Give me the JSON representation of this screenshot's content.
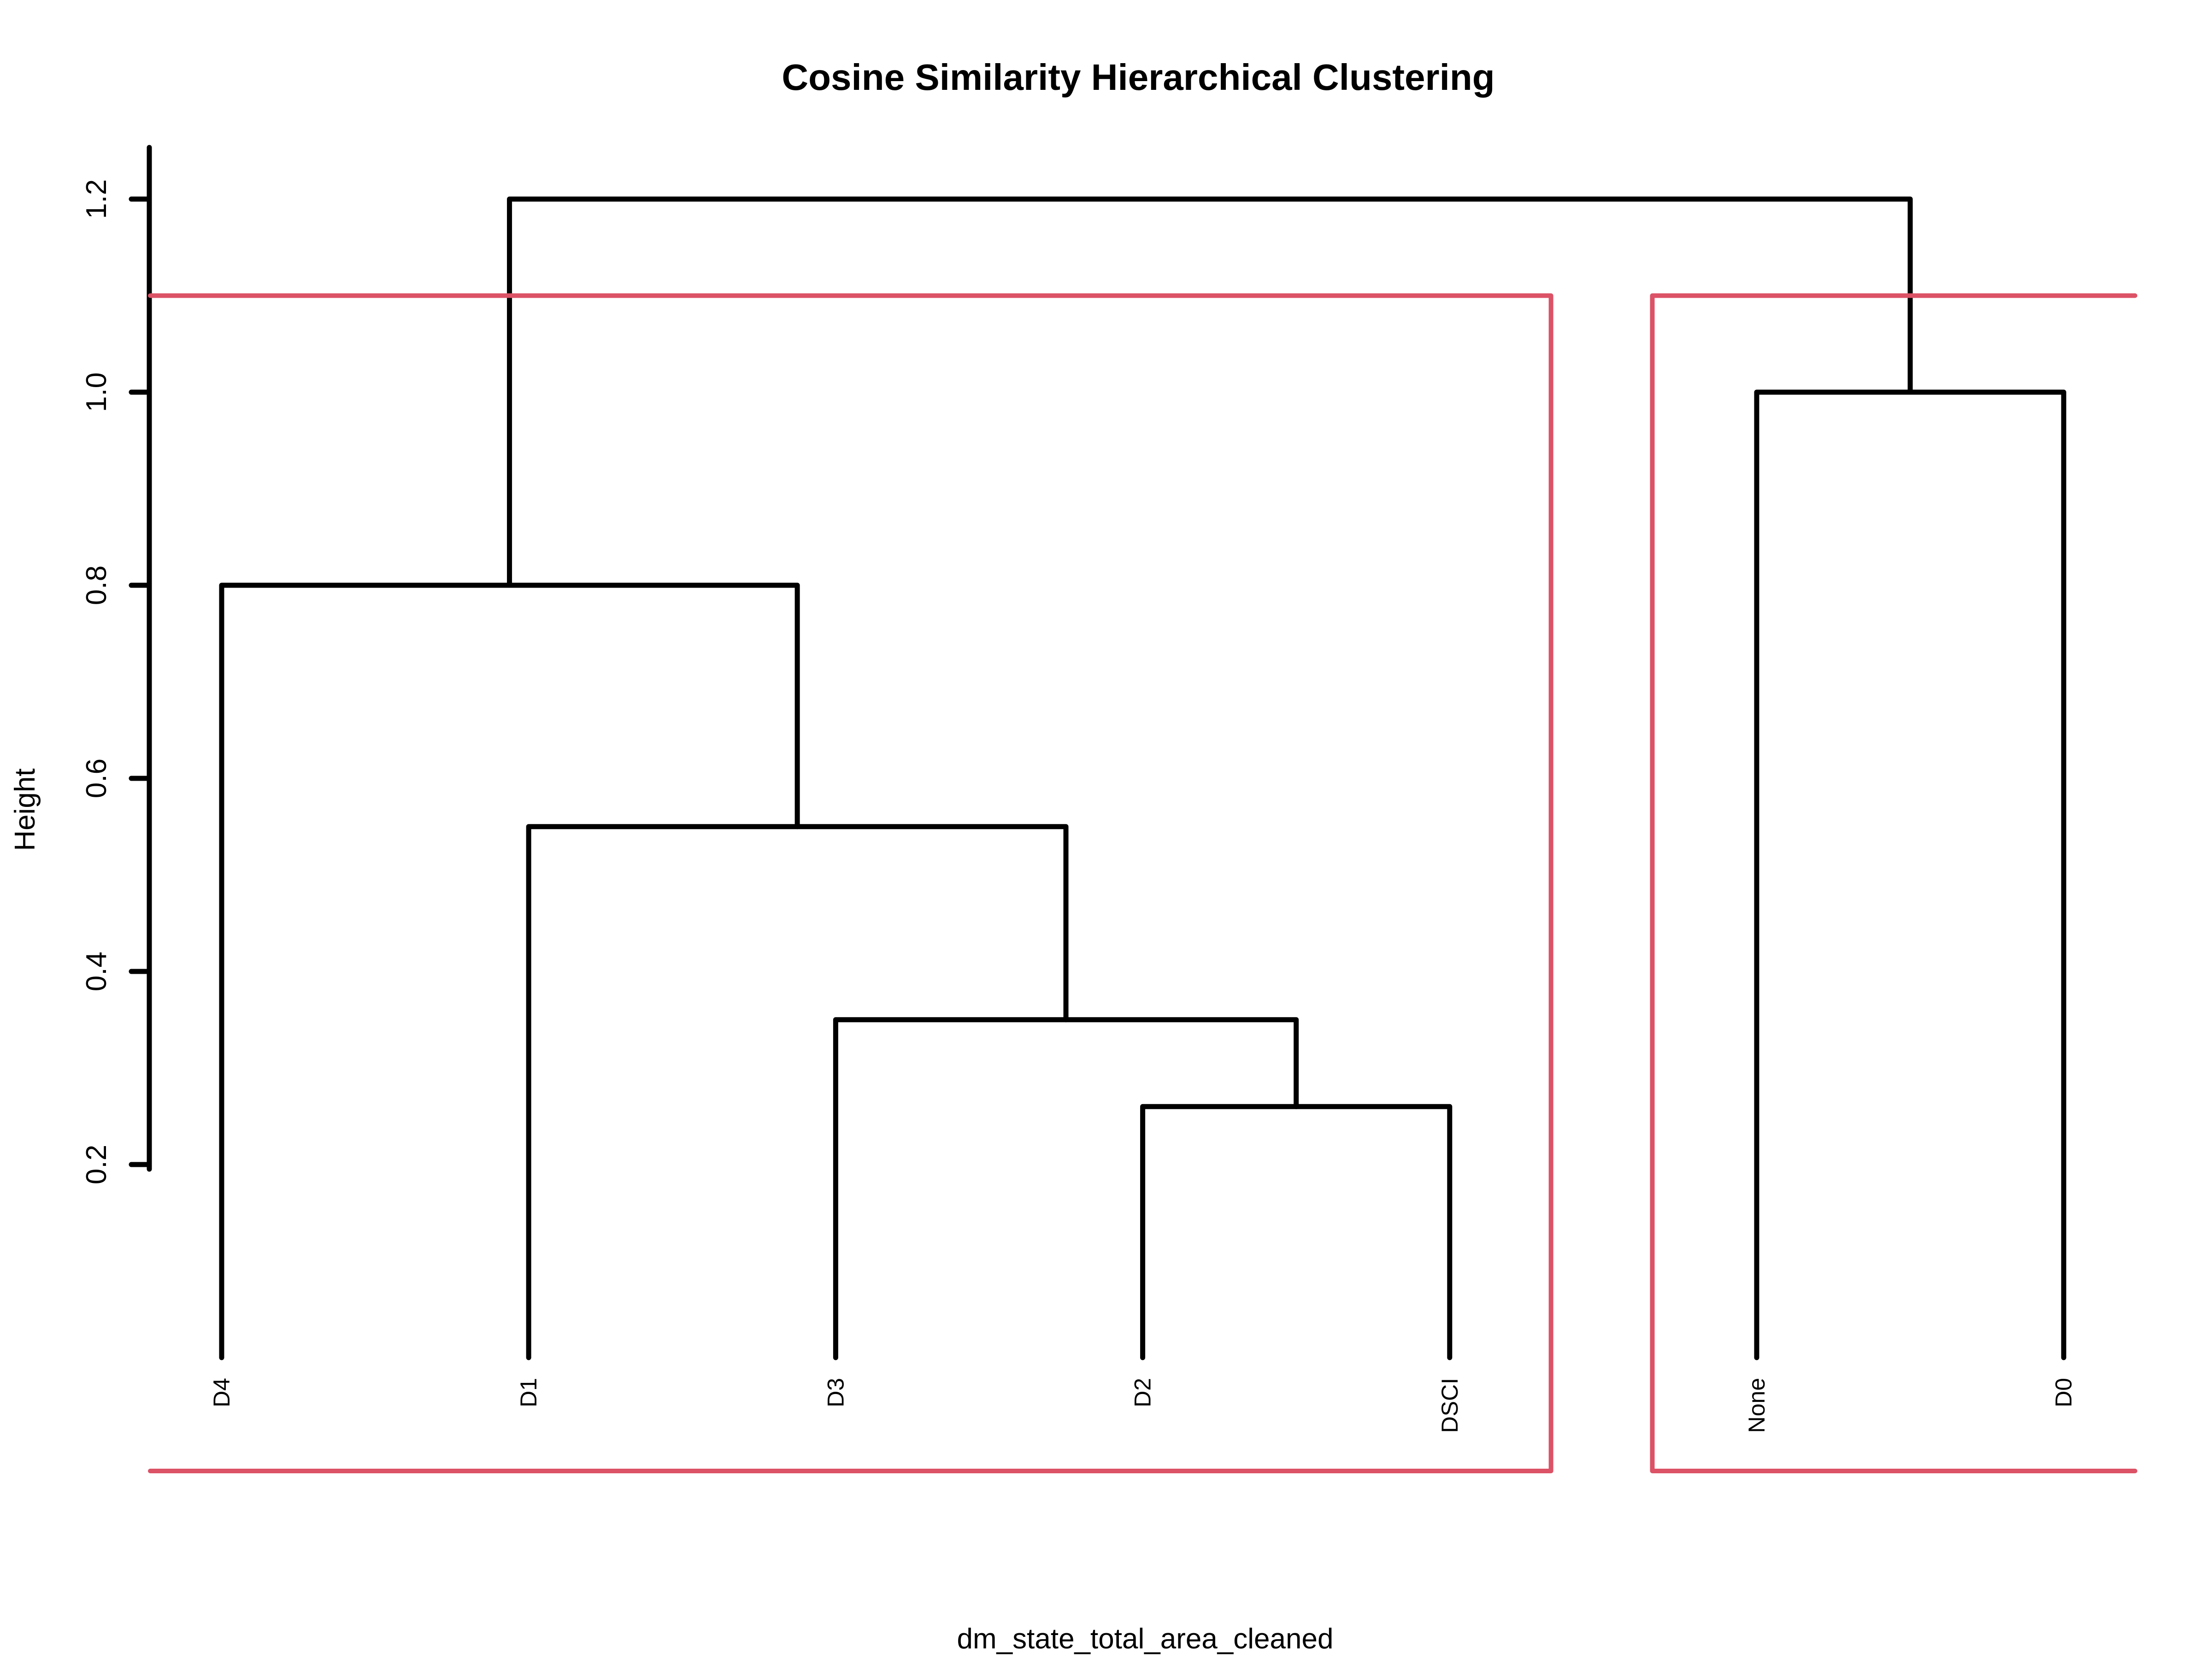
{
  "title": "Cosine Similarity Hierarchical Clustering",
  "x_axis_label": "dm_state_total_area_cleaned",
  "y_axis_label": "Height",
  "colors": {
    "dendrogram_line": "#000000",
    "cluster_box": "#dc5266",
    "background": "#ffffff"
  },
  "y_axis_ticks": [
    {
      "label": "1.2",
      "value": 1.2
    },
    {
      "label": "1.0",
      "value": 1.0
    },
    {
      "label": "0.8",
      "value": 0.8
    },
    {
      "label": "0.6",
      "value": 0.6
    },
    {
      "label": "0.4",
      "value": 0.4
    },
    {
      "label": "0.2",
      "value": 0.2
    }
  ],
  "chart_data": {
    "type": "dendrogram",
    "title": "Cosine Similarity Hierarchical Clustering",
    "xlabel": "dm_state_total_area_cleaned",
    "ylabel": "Height",
    "ylim": [
      0.2,
      1.2
    ],
    "grid": false,
    "leaf_order": [
      "D4",
      "D1",
      "D3",
      "D2",
      "DSCI",
      "None",
      "D0"
    ],
    "leaf_height": 0.0,
    "merges": [
      {
        "id": "m0",
        "children": [
          "D2",
          "DSCI"
        ],
        "height": 0.26
      },
      {
        "id": "m1",
        "children": [
          "D3",
          "m0"
        ],
        "height": 0.35
      },
      {
        "id": "m2",
        "children": [
          "D1",
          "m1"
        ],
        "height": 0.55
      },
      {
        "id": "m3",
        "children": [
          "D4",
          "m2"
        ],
        "height": 0.8
      },
      {
        "id": "m4",
        "children": [
          "None",
          "D0"
        ],
        "height": 1.0
      },
      {
        "id": "m5",
        "children": [
          "m3",
          "m4"
        ],
        "height": 1.2
      }
    ],
    "cut_height": 1.1,
    "clusters": [
      {
        "members": [
          "D4",
          "D1",
          "D3",
          "D2",
          "DSCI"
        ]
      },
      {
        "members": [
          "None",
          "D0"
        ]
      }
    ]
  }
}
